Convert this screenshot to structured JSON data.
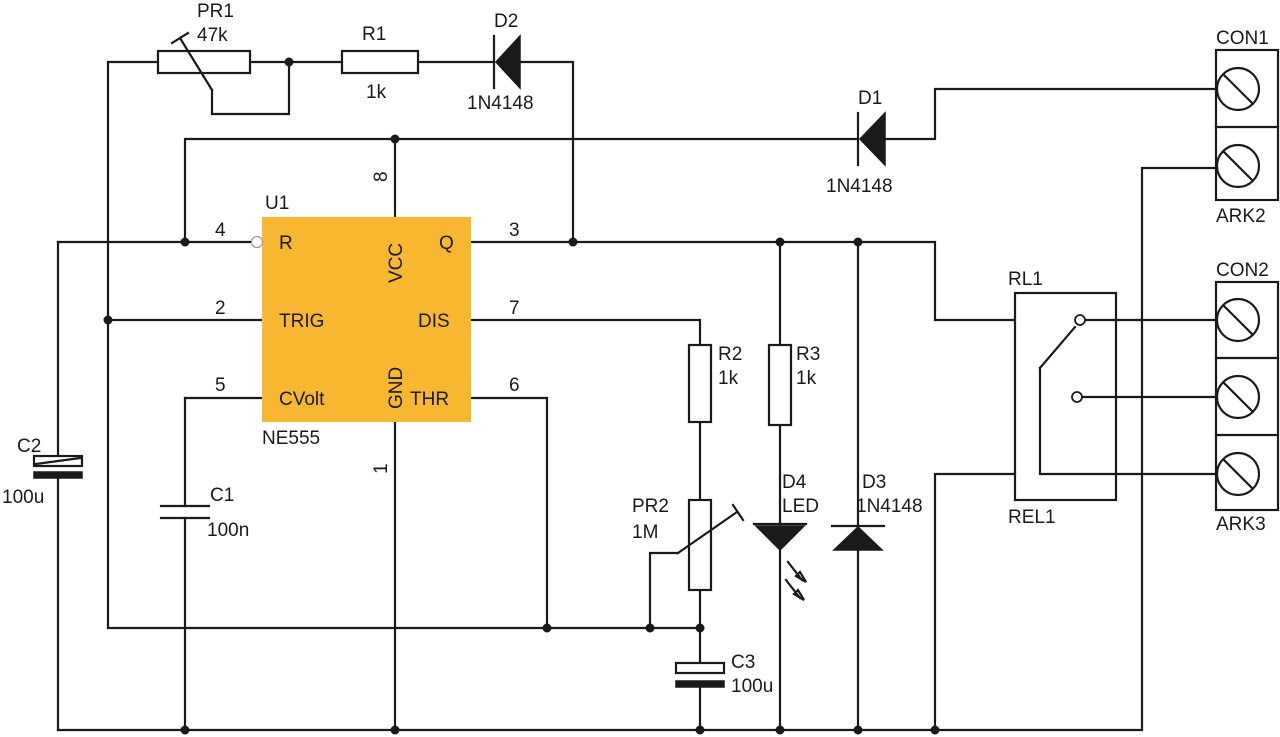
{
  "colors": {
    "chip": "#f7b731",
    "ink": "#1a1a1a"
  },
  "ic": {
    "ref": "U1",
    "part": "NE555",
    "pins": {
      "reset": "R",
      "trig": "TRIG",
      "cvolt": "CVolt",
      "vcc": "VCC",
      "gnd": "GND",
      "q": "Q",
      "dis": "DIS",
      "thr": "THR"
    },
    "pin_numbers": {
      "reset": "4",
      "trig": "2",
      "cvolt": "5",
      "vcc": "8",
      "gnd": "1",
      "q": "3",
      "dis": "7",
      "thr": "6"
    }
  },
  "components": {
    "pr1": {
      "ref": "PR1",
      "value": "47k"
    },
    "r1": {
      "ref": "R1",
      "value": "1k"
    },
    "d2": {
      "ref": "D2",
      "value": "1N4148"
    },
    "d1": {
      "ref": "D1",
      "value": "1N4148"
    },
    "r2": {
      "ref": "R2",
      "value": "1k"
    },
    "r3": {
      "ref": "R3",
      "value": "1k"
    },
    "pr2": {
      "ref": "PR2",
      "value": "1M"
    },
    "d4": {
      "ref": "D4",
      "value": "LED"
    },
    "d3": {
      "ref": "D3",
      "value": "1N4148"
    },
    "c1": {
      "ref": "C1",
      "value": "100n"
    },
    "c2": {
      "ref": "C2",
      "value": "100u"
    },
    "c3": {
      "ref": "C3",
      "value": "100u"
    },
    "rl1": {
      "ref": "RL1",
      "value": "REL1"
    },
    "con1": {
      "ref": "CON1",
      "value": "ARK2"
    },
    "con2": {
      "ref": "CON2",
      "value": "ARK3"
    }
  }
}
